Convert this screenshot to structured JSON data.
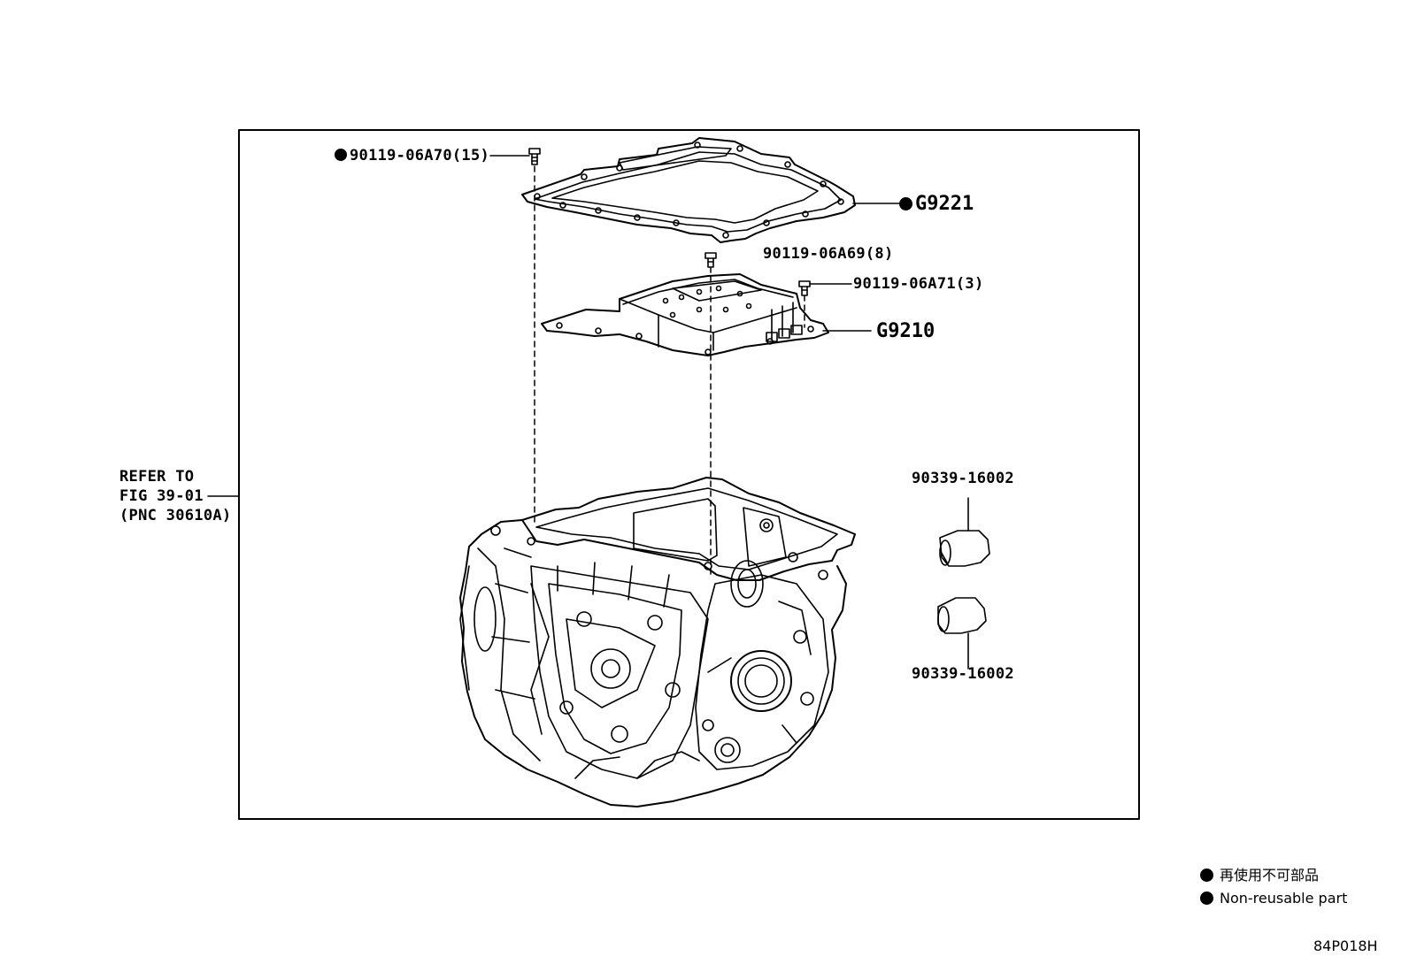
{
  "labels": {
    "bolt_pan": "90119-06A70(15)",
    "gasket": "G9221",
    "bolt_8": "90119-06A69(8)",
    "bolt_3": "90119-06A71(3)",
    "valve_body": "G9210",
    "plug_top": "90339-16002",
    "plug_bottom": "90339-16002",
    "refer_line1": "REFER TO",
    "refer_line2": "FIG 39-01",
    "refer_line3": "(PNC 30610A)"
  },
  "legend": {
    "line_jp": "再使用不可部品",
    "line_en": "Non-reusable part"
  },
  "illustration_id": "84P018H",
  "colors": {
    "ink": "#000000",
    "paper": "#ffffff"
  }
}
